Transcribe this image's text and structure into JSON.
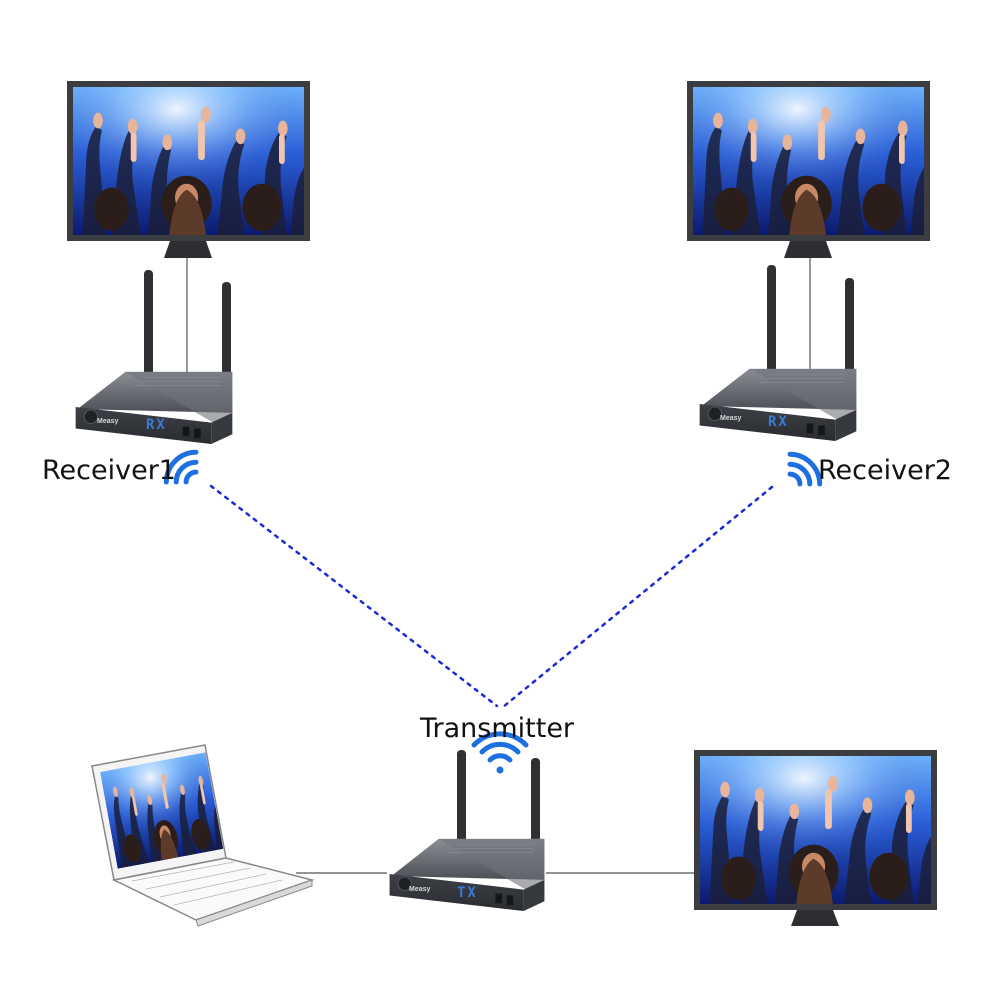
{
  "labels": {
    "receiver1": "Receiver1",
    "receiver2": "Receiver2",
    "transmitter": "Transmitter"
  },
  "devices": {
    "receiver_tag": "RX",
    "transmitter_tag": "TX",
    "brand": "Measy"
  },
  "colors": {
    "wireless_link": "#1a2bd6",
    "wifi_signal": "#1e6fe0",
    "device_body": "#5a5d63",
    "antenna": "#2e3034",
    "monitor_frame": "#3b3d40",
    "cable": "#555555"
  },
  "icons": {
    "signal": "wifi-signal-icon",
    "screen": "concert-crowd-image"
  }
}
